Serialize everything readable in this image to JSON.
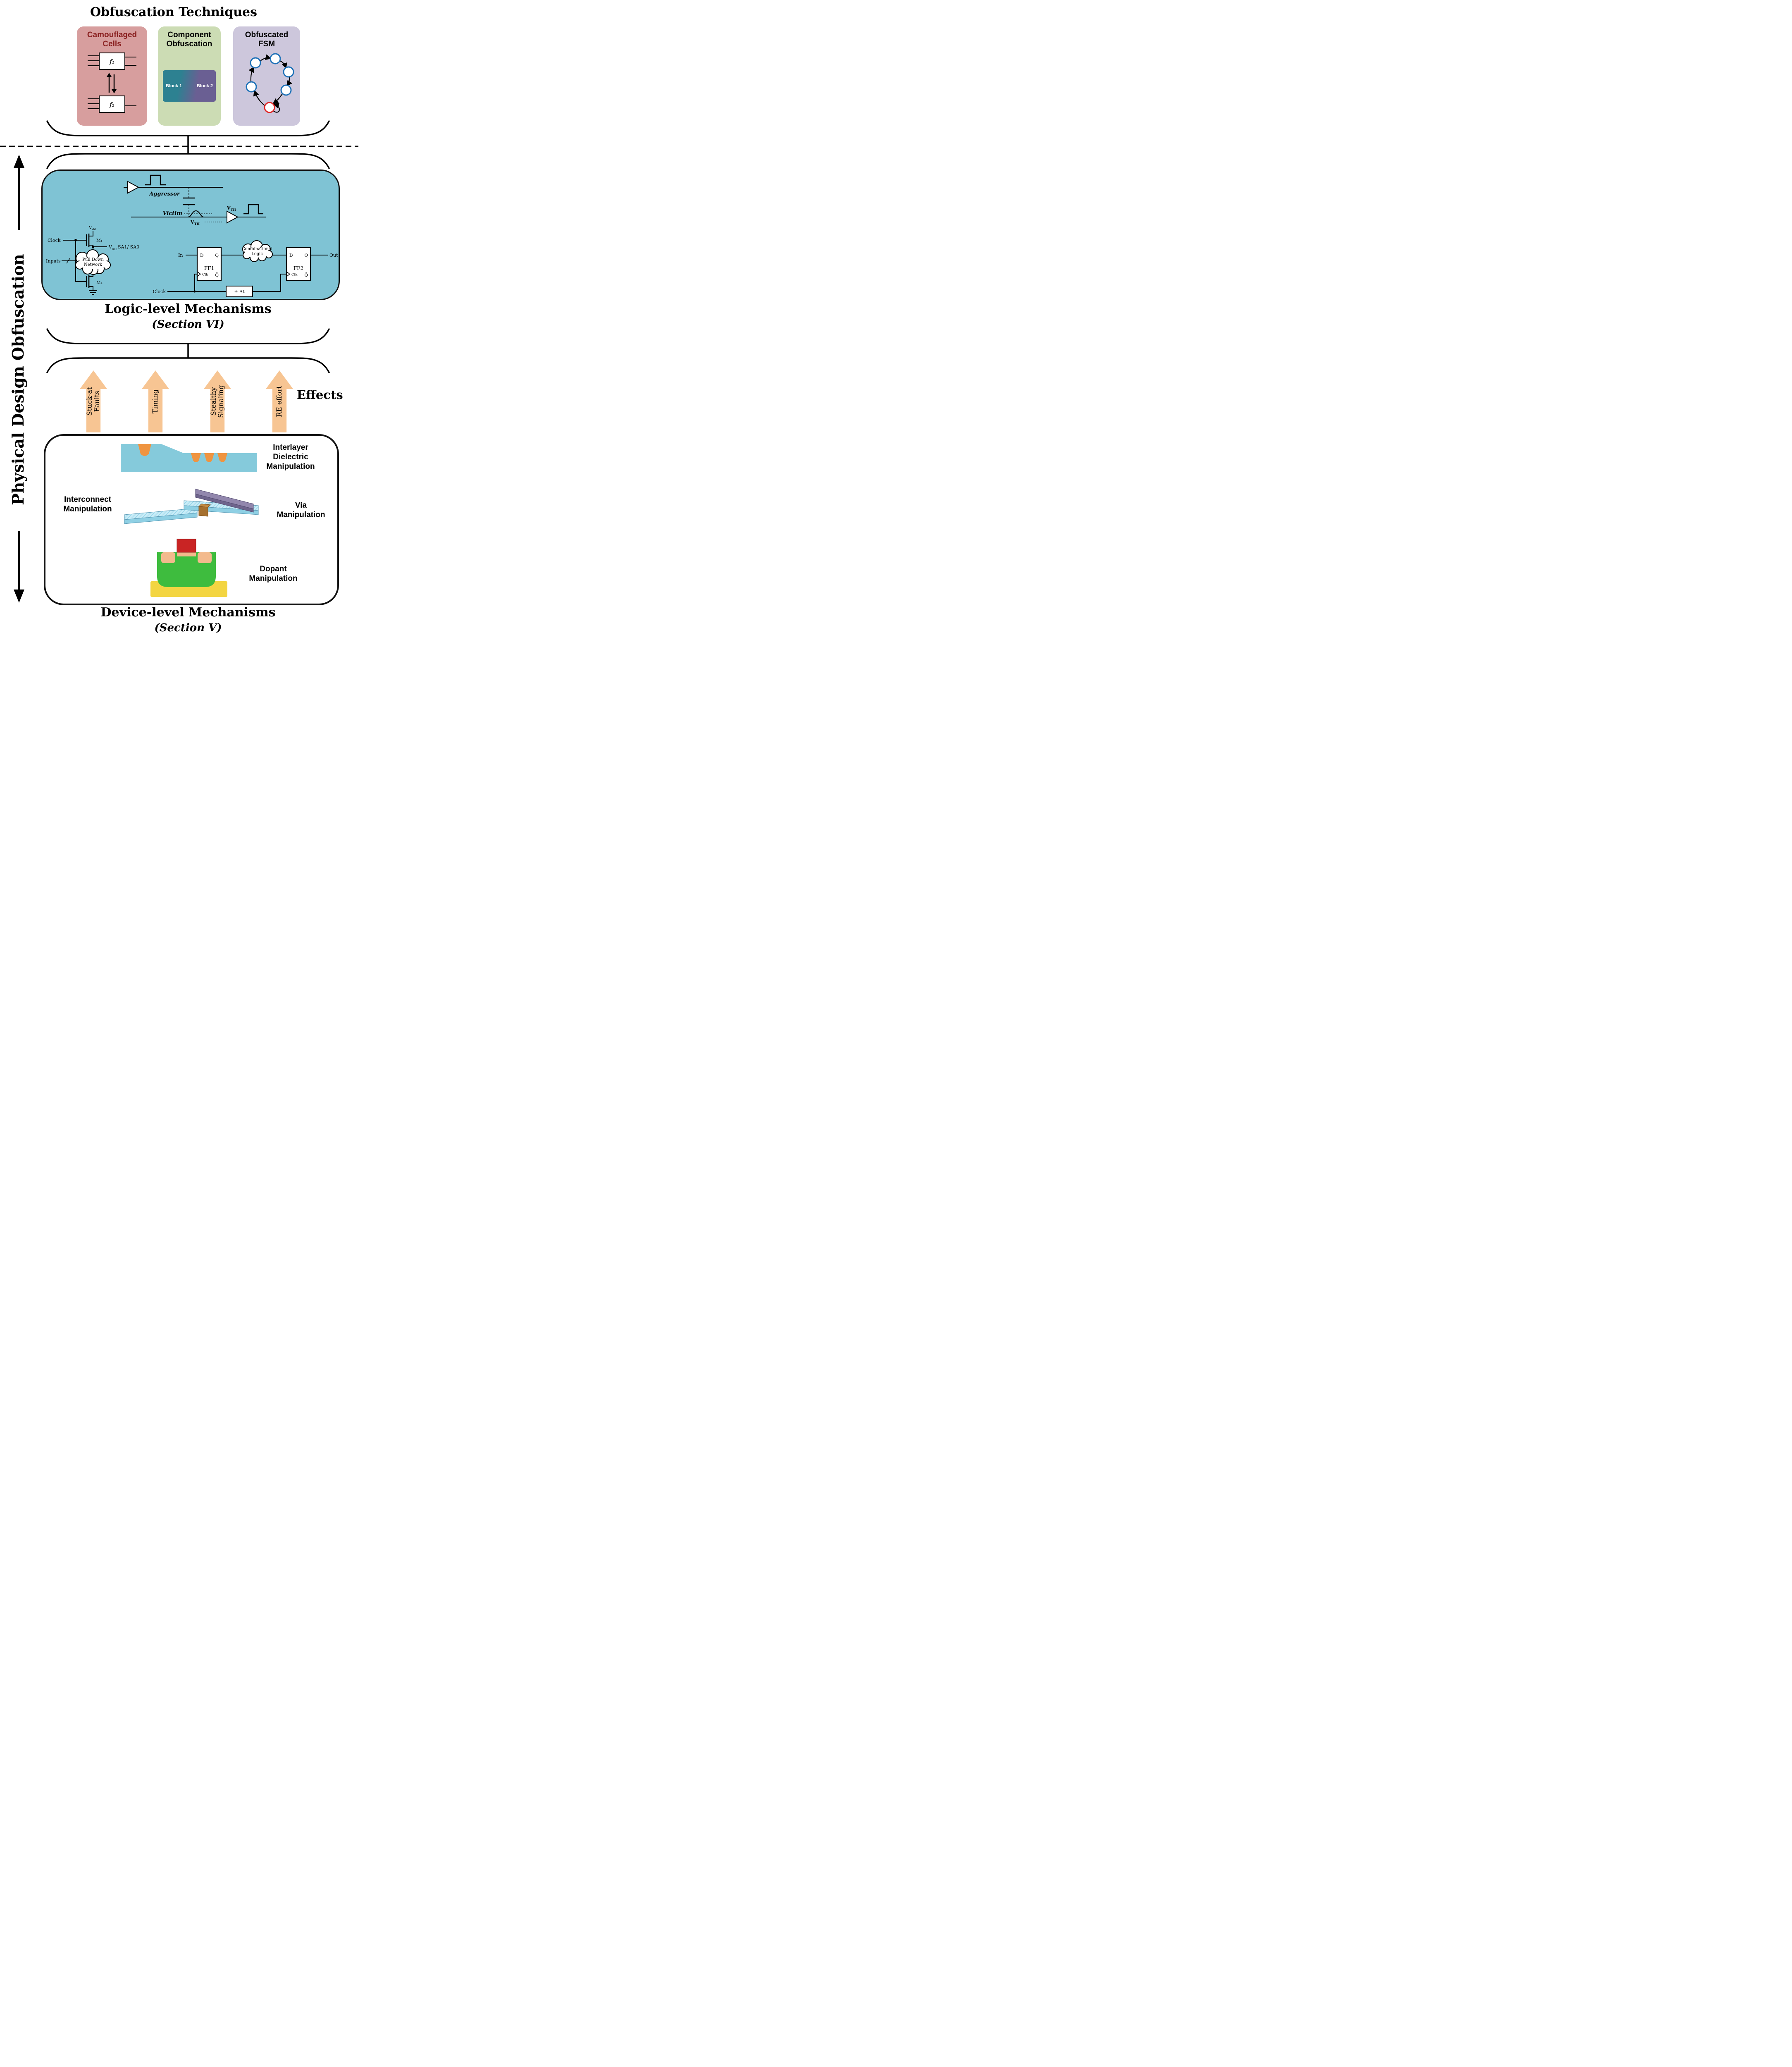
{
  "page": {
    "title": "Obfuscation Techniques"
  },
  "techniques": {
    "camouflaged": {
      "title": "Camouflaged Cells",
      "cell1": "f₁",
      "cell2": "f₂"
    },
    "component": {
      "title": "Component Obfuscation",
      "block1": "Block 1",
      "block2": "Block 2"
    },
    "fsm": {
      "title": "Obfuscated FSM"
    }
  },
  "side": {
    "label": "Physical Design Obfuscation"
  },
  "logic": {
    "title": "Logic-level Mechanisms",
    "subtitle": "(Section VI)",
    "circuit": {
      "aggressor": "Aggressor",
      "victim": "Victim",
      "v": "V",
      "th": "TH",
      "clock": "Clock",
      "vdd_v": "V",
      "vdd_sub": "dd",
      "m1": "M₁",
      "m2": "M₂",
      "vout_v": "V",
      "vout_sub": "out",
      "vout_rest": "SA1/ SA0",
      "inputs": "Inputs",
      "pdn": "Pull Down Network",
      "in": "In",
      "out": "Out",
      "d": "D",
      "q": "Q",
      "clk": "Clk",
      "qbar": "Q̄",
      "ff1": "FF1",
      "ff2": "FF2",
      "comb": "Combinational Logic",
      "dt": "± Δt"
    }
  },
  "effects": {
    "label": "Effects",
    "arrows": [
      "Stuck-at Faults",
      "Timing",
      "Stealthy Signaling",
      "RE effort"
    ]
  },
  "device": {
    "title": "Device-level Mechanisms",
    "subtitle": "(Section V)",
    "labels": {
      "ild": "Interlayer Dielectric Manipulation",
      "interconnect": "Interconnect Manipulation",
      "via": "Via Manipulation",
      "dopant": "Dopant Manipulation"
    }
  },
  "colors": {
    "camouflaged_bg": "#d79e9e",
    "camouflaged_title": "#8b2222",
    "component_bg": "#ccdcb4",
    "fsm_bg": "#cdc7dc",
    "logic_bg": "#7fc3d4",
    "arrow_fill": "#f7c593",
    "fsm_state_blue": "#1f72b8",
    "fsm_final_red": "#e02424",
    "block_teal": "#2d8191",
    "block_purple": "#6a5f93",
    "ild_teal": "#85cadb",
    "trench_orange": "#ef9440",
    "interconnect_blue": "#bfe7f4",
    "via_brown": "#a5702f",
    "bridge_purple": "#9287ad",
    "gate_red": "#c92424",
    "well_green": "#3ebc3e",
    "substrate_yellow": "#f3d542"
  }
}
